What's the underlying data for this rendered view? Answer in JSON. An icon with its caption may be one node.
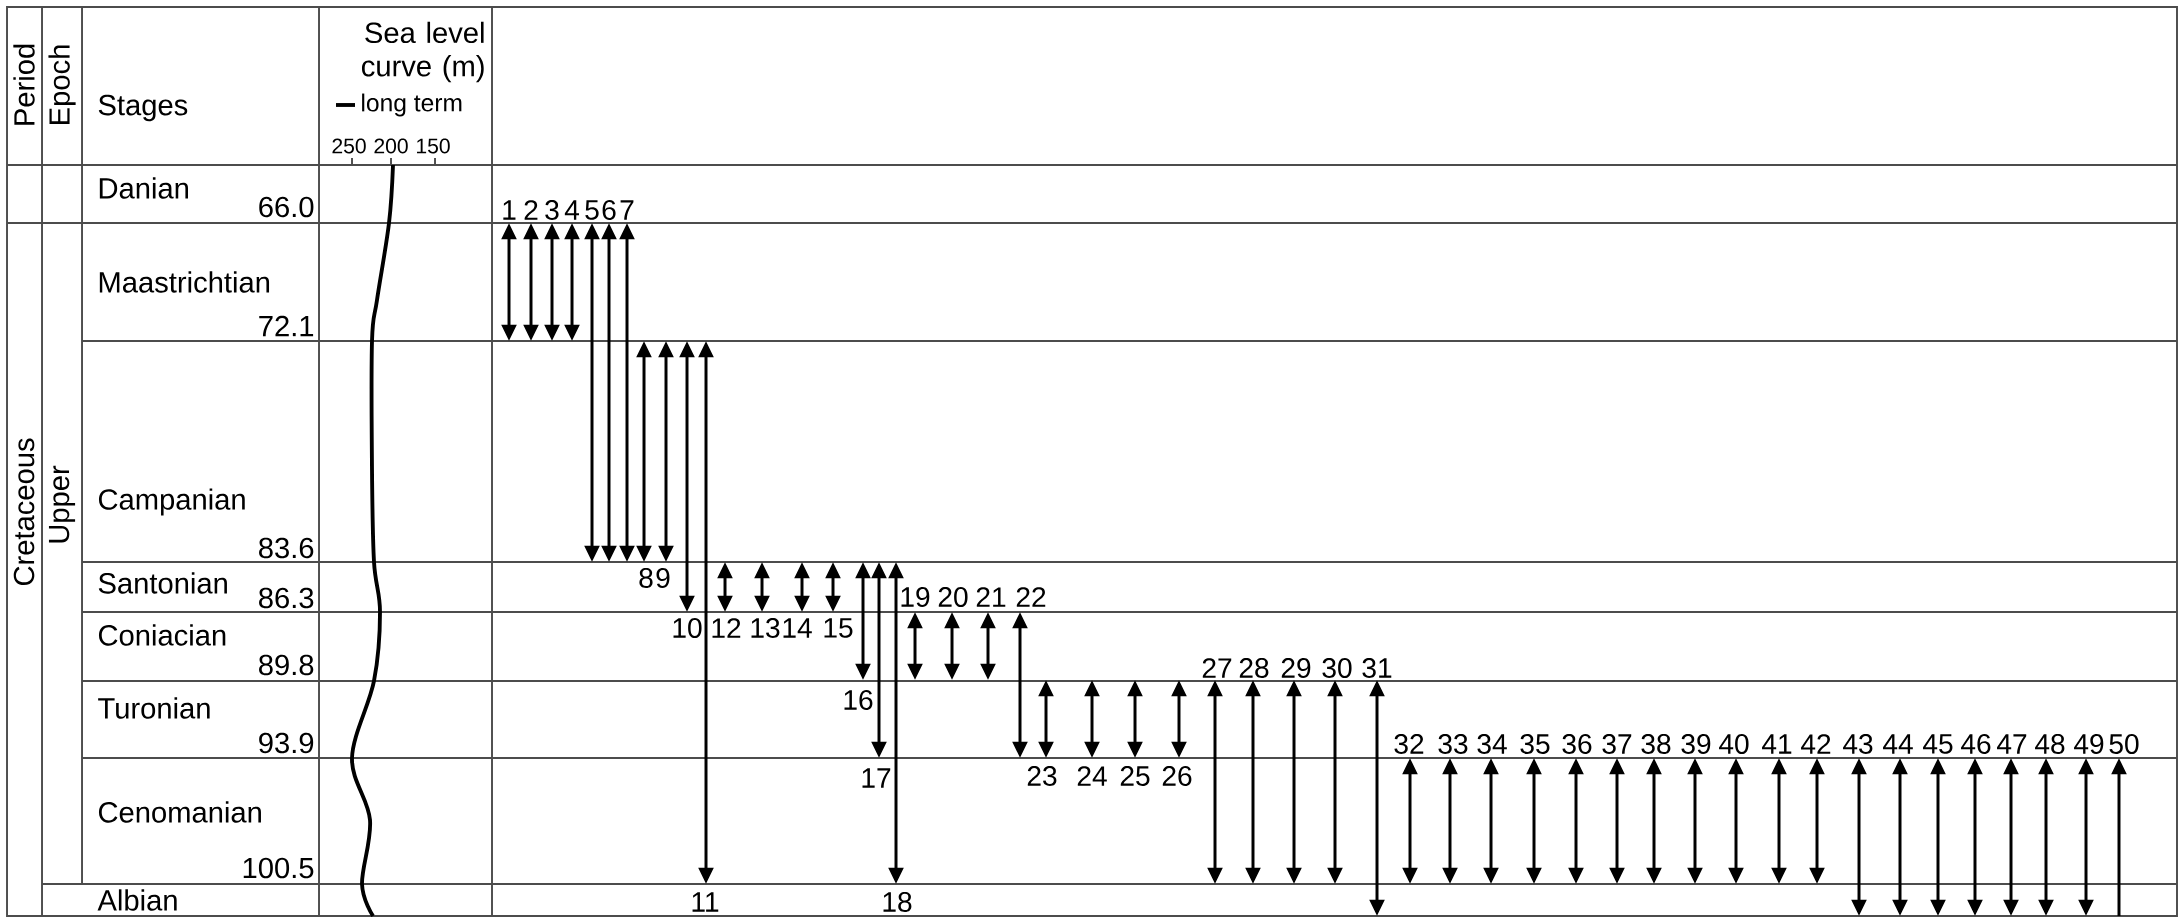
{
  "diagram": {
    "labels": [
      "Period",
      "Epoch",
      "Stages",
      "Sea level curve (m)",
      "250",
      "200",
      "150",
      "Danian",
      "66.0",
      "Cretaceous",
      "Upper",
      "Maastrichtian",
      "72.1",
      "Campanian",
      "83.6",
      "Santonian",
      "86.3",
      "Coniacian",
      "89.8",
      "Turonian",
      "93.9",
      "Cenomanian",
      "100.5",
      "Albian",
      "1",
      "2",
      "3",
      "4",
      "5",
      "6",
      "7",
      "8",
      "9",
      "10",
      "11",
      "12",
      "13",
      "14",
      "15",
      "16",
      "17",
      "18",
      "19",
      "20",
      "21",
      "22",
      "23",
      "24",
      "25",
      "26",
      "27",
      "28",
      "29",
      "30",
      "31",
      "32",
      "33",
      "34",
      "35",
      "36",
      "37",
      "38",
      "39",
      "40",
      "41",
      "42",
      "43",
      "44",
      "45",
      "46",
      "47",
      "48",
      "49",
      "50"
    ],
    "legend": [
      {
        "text": "long term"
      }
    ]
  }
}
